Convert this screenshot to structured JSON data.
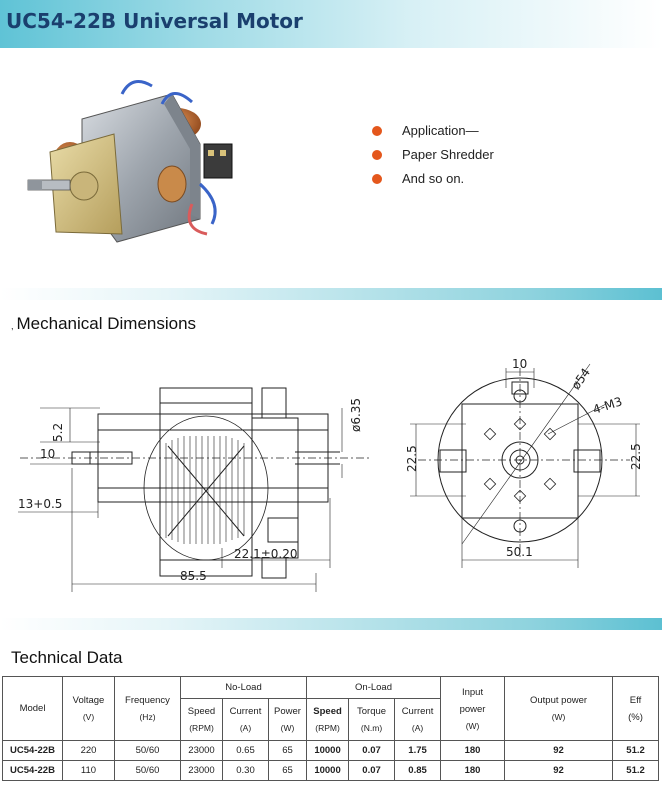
{
  "header": {
    "title": "UC54-22B Universal Motor"
  },
  "application": {
    "items": [
      "Application—",
      "Paper Shredder",
      "And so on."
    ]
  },
  "mechanical": {
    "title": "Mechanical Dimensions",
    "lead": ",",
    "side_view": {
      "dim_5_2": "5.2",
      "dim_10": "10",
      "dim_13": "13+0.5",
      "dim_dia": "ø6.35",
      "dim_22_1": "22.1±0.20",
      "dim_85_5": "85.5"
    },
    "front_view": {
      "dim_10": "10",
      "dim_54": "ø54",
      "dim_m3": "4-M3",
      "dim_22_5_left": "22.5",
      "dim_22_5_right": "22.5",
      "dim_50_1": "50.1"
    }
  },
  "technical": {
    "title": "Technical Data",
    "headers": {
      "model": "Model",
      "voltage": "Voltage",
      "voltage_unit": "(V)",
      "frequency": "Frequency",
      "frequency_unit": "(Hz)",
      "no_load": "No-Load",
      "on_load": "On-Load",
      "speed": "Speed",
      "speed_unit": "(RPM)",
      "current": "Current",
      "current_unit": "(A)",
      "power": "Power",
      "power_unit": "(W)",
      "torque": "Torque",
      "torque_unit": "(N.m)",
      "input_power_1": "Input",
      "input_power_2": "power",
      "input_power_unit": "(W)",
      "output_power": "Output power",
      "output_power_unit": "(W)",
      "eff": "Eff",
      "eff_unit": "(%)"
    },
    "rows": [
      {
        "model": "UC54-22B",
        "voltage": "220",
        "frequency": "50/60",
        "nl_speed": "23000",
        "nl_current": "0.65",
        "nl_power": "65",
        "ol_speed": "10000",
        "ol_torque": "0.07",
        "ol_current": "1.75",
        "input_power": "180",
        "output_power": "92",
        "eff": "51.2"
      },
      {
        "model": "UC54-22B",
        "voltage": "110",
        "frequency": "50/60",
        "nl_speed": "23000",
        "nl_current": "0.30",
        "nl_power": "65",
        "ol_speed": "10000",
        "ol_torque": "0.07",
        "ol_current": "0.85",
        "input_power": "180",
        "output_power": "92",
        "eff": "51.2"
      }
    ]
  },
  "colors": {
    "title": "#1a3f6e",
    "bullet": "#e4571c",
    "accent": "#5cc0d2"
  },
  "icons": {
    "bullet": "filled-circle",
    "motor_photo": "universal-motor-photo"
  }
}
